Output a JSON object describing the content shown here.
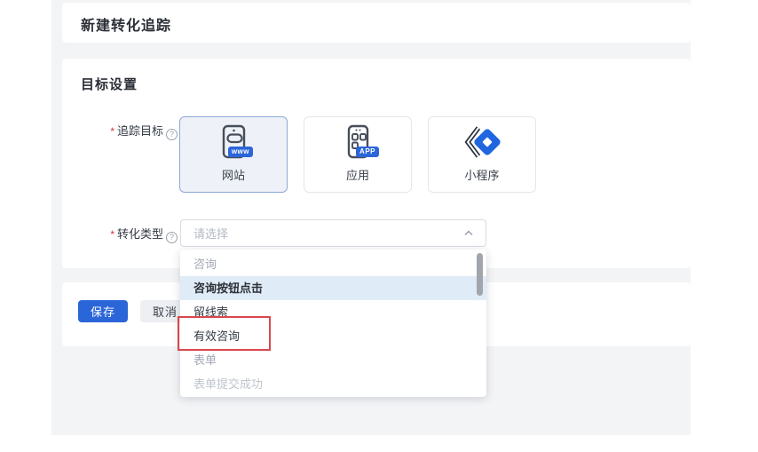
{
  "page": {
    "title": "新建转化追踪"
  },
  "goal": {
    "heading": "目标设置",
    "tracking": {
      "required_mark": "*",
      "label": "追踪目标",
      "options": [
        {
          "label": "网站",
          "badge": "www",
          "selected": true
        },
        {
          "label": "应用",
          "badge": "APP",
          "selected": false
        },
        {
          "label": "小程序",
          "badge": "",
          "selected": false
        }
      ]
    },
    "conversion": {
      "required_mark": "*",
      "label": "转化类型",
      "placeholder": "请选择",
      "dropdown_options": [
        {
          "label": "咨询",
          "state": "group"
        },
        {
          "label": "咨询按钮点击",
          "state": "hover"
        },
        {
          "label": "留线索",
          "state": "normal"
        },
        {
          "label": "有效咨询",
          "state": "annotated"
        },
        {
          "label": "表单",
          "state": "group"
        },
        {
          "label": "表单提交成功",
          "state": "disabled"
        }
      ]
    }
  },
  "actions": {
    "save": "保存",
    "cancel": "取消"
  },
  "icons": {
    "info": "?"
  },
  "colors": {
    "accent_blue": "#2b66d9",
    "annotation_red": "#d9474d",
    "dropdown_highlight": "#e0ebf8",
    "surface_gray": "#f3f4f6",
    "selected_card_bg": "#eef2f8",
    "selected_card_border": "#8ca8d5"
  }
}
